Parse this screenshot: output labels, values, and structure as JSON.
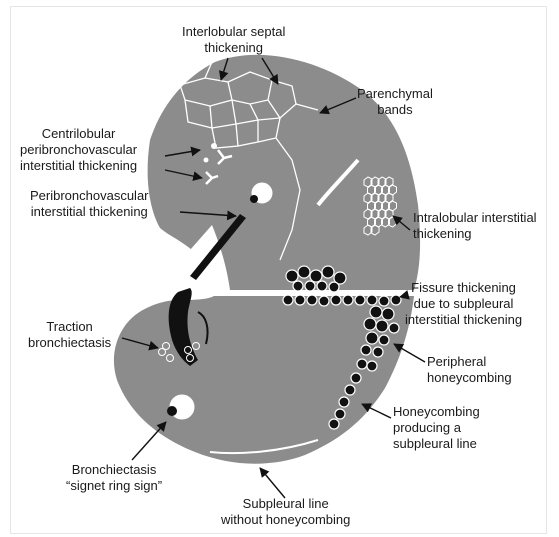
{
  "figure": {
    "colors": {
      "lung": "#8c8c8c",
      "line": "#111111",
      "background": "#ffffff",
      "white_markings": "#ffffff"
    },
    "labels": {
      "septal": [
        "Interlobular septal",
        "thickening"
      ],
      "parenchymal": [
        "Parenchymal",
        "bands"
      ],
      "centrilobular": [
        "Centrilobular",
        "peribronchovascular",
        "interstitial thickening"
      ],
      "peribronchovascular": [
        "Peribronchovascular",
        "interstitial thickening"
      ],
      "intralobular": [
        "Intralobular interstitial",
        "thickening"
      ],
      "fissure": [
        "Fissure thickening",
        "due to subpleural",
        "interstitial thickening"
      ],
      "traction": [
        "Traction",
        "bronchiectasis"
      ],
      "peripheral": [
        "Peripheral",
        "honeycombing"
      ],
      "honeycomb_line": [
        "Honeycombing",
        "producing a",
        "subpleural line"
      ],
      "signet": [
        "Bronchiectasis",
        "“signet ring sign”"
      ],
      "subpleural": [
        "Subpleural line",
        "without honeycombing"
      ]
    }
  }
}
